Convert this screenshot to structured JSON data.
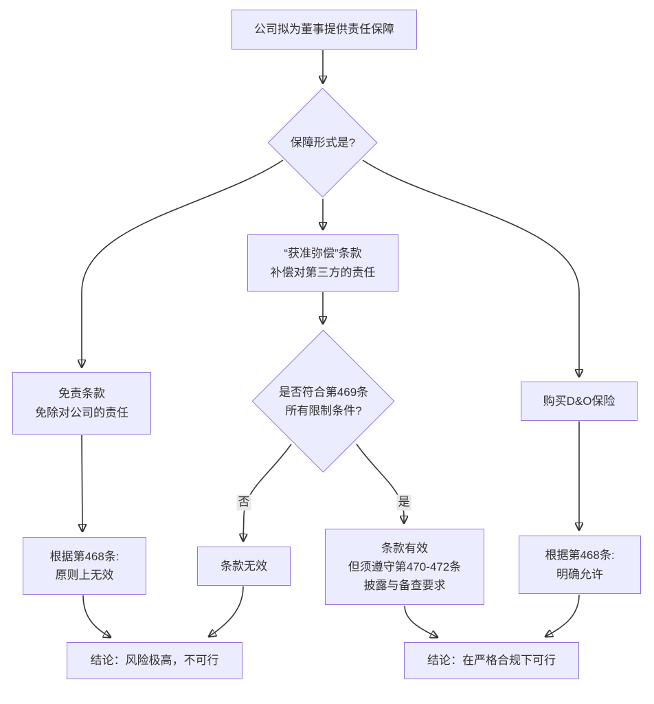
{
  "diagram": {
    "type": "flowchart",
    "direction": "top-down",
    "colors": {
      "node_fill": "#ECECFF",
      "node_border": "#9370DB",
      "edge_stroke": "#333333",
      "text": "#333333",
      "edge_label_bg": "#e8e8e8",
      "background": "#ffffff"
    },
    "nodes": {
      "start": {
        "shape": "rect",
        "label": "公司拟为董事提供责任保障"
      },
      "form_question": {
        "shape": "diamond",
        "label": "保障形式是?"
      },
      "indemnity": {
        "shape": "rect",
        "label": "“获准弥偿”条款\n补偿对第三方的责任"
      },
      "exemption": {
        "shape": "rect",
        "label": "免责条款\n免除对公司的责任"
      },
      "insurance": {
        "shape": "rect",
        "label": "购买D&O保险"
      },
      "s469_question": {
        "shape": "diamond",
        "label": "是否符合第469条\n所有限制条件?"
      },
      "s468_void": {
        "shape": "rect",
        "label": "根据第468条:\n原则上无效"
      },
      "clause_invalid": {
        "shape": "rect",
        "label": "条款无效"
      },
      "clause_valid": {
        "shape": "rect",
        "label": "条款有效\n但须遵守第470-472条\n披露与备查要求"
      },
      "s468_allowed": {
        "shape": "rect",
        "label": "根据第468条:\n明确允许"
      },
      "conclusion_fail": {
        "shape": "rect",
        "label": "结论：风险极高，不可行"
      },
      "conclusion_ok": {
        "shape": "rect",
        "label": "结论：在严格合规下可行"
      }
    },
    "edges": [
      {
        "from": "start",
        "to": "form_question",
        "label": ""
      },
      {
        "from": "form_question",
        "to": "exemption",
        "label": ""
      },
      {
        "from": "form_question",
        "to": "indemnity",
        "label": ""
      },
      {
        "from": "form_question",
        "to": "insurance",
        "label": ""
      },
      {
        "from": "indemnity",
        "to": "s469_question",
        "label": ""
      },
      {
        "from": "s469_question",
        "to": "clause_invalid",
        "label": "否"
      },
      {
        "from": "s469_question",
        "to": "clause_valid",
        "label": "是"
      },
      {
        "from": "exemption",
        "to": "s468_void",
        "label": ""
      },
      {
        "from": "insurance",
        "to": "s468_allowed",
        "label": ""
      },
      {
        "from": "s468_void",
        "to": "conclusion_fail",
        "label": ""
      },
      {
        "from": "clause_invalid",
        "to": "conclusion_fail",
        "label": ""
      },
      {
        "from": "clause_valid",
        "to": "conclusion_ok",
        "label": ""
      },
      {
        "from": "s468_allowed",
        "to": "conclusion_ok",
        "label": ""
      }
    ]
  }
}
